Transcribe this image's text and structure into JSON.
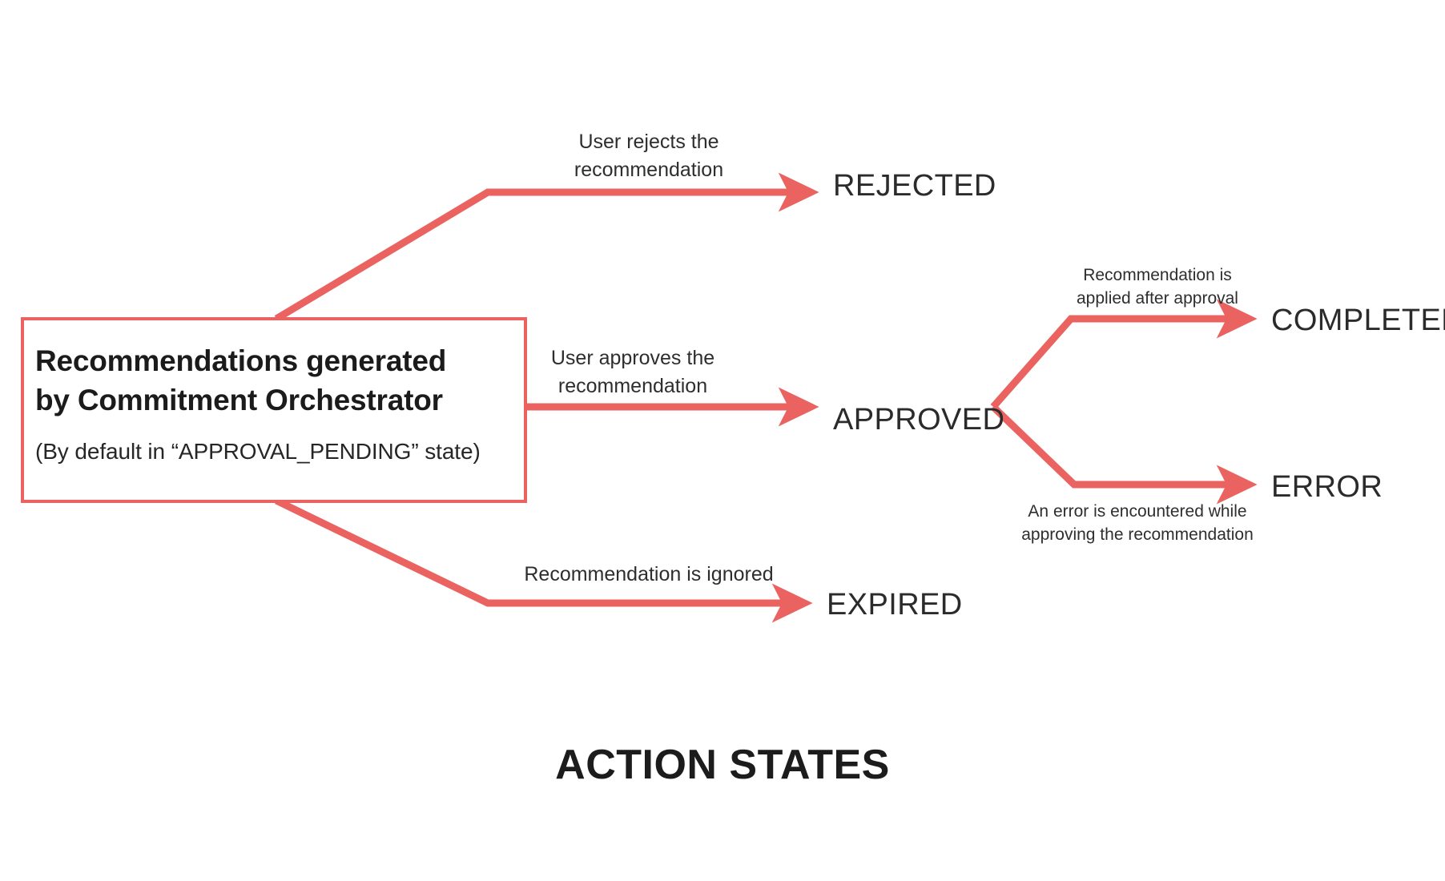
{
  "diagram": {
    "caption": "ACTION STATES",
    "accent_color": "#ea6360",
    "text_color": "#2b2b2b",
    "background": "#ffffff",
    "source_node": {
      "title_line1": "Recommendations generated",
      "title_line2": "by Commitment Orchestrator",
      "subtitle": "(By default in “APPROVAL_PENDING” state)"
    },
    "states": {
      "rejected": "REJECTED",
      "approved": "APPROVED",
      "expired": "EXPIRED",
      "completed": "COMPLETED",
      "error": "ERROR"
    },
    "edge_labels": {
      "to_rejected": "User rejects the\nrecommendation",
      "to_approved": "User approves the\nrecommendation",
      "to_expired": "Recommendation is ignored",
      "to_completed": "Recommendation is\napplied after approval",
      "to_error": "An error is encountered while\napproving the recommendation"
    },
    "transitions": [
      {
        "from": "APPROVAL_PENDING",
        "to": "REJECTED",
        "label": "User rejects the recommendation"
      },
      {
        "from": "APPROVAL_PENDING",
        "to": "APPROVED",
        "label": "User approves the recommendation"
      },
      {
        "from": "APPROVAL_PENDING",
        "to": "EXPIRED",
        "label": "Recommendation is ignored"
      },
      {
        "from": "APPROVED",
        "to": "COMPLETED",
        "label": "Recommendation is applied after approval"
      },
      {
        "from": "APPROVED",
        "to": "ERROR",
        "label": "An error is encountered while approving the recommendation"
      }
    ]
  }
}
